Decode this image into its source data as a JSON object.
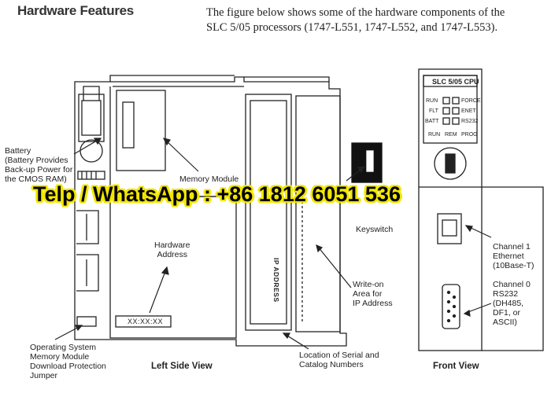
{
  "header": {
    "title": "Hardware Features",
    "intro_line1": "The figure below shows some of the hardware components of the",
    "intro_line2": "SLC 5/05 processors (1747-L551, 1747-L552, and 1747-L553)."
  },
  "left_view": {
    "caption": "Left Side View",
    "battery_label": [
      "Battery",
      "(Battery Provides",
      "Back-up Power for",
      "the CMOS RAM)"
    ],
    "memory_module_label": "Memory Module",
    "hardware_address_label": [
      "Hardware",
      "Address"
    ],
    "address_value": "XX:XX:XX",
    "ip_address_text": "IP ADDRESS",
    "keyswitch_label": "Keyswitch",
    "write_on_label": [
      "Write-on",
      "Area for",
      "IP Address"
    ],
    "serial_label": [
      "Location of Serial and",
      "Catalog Numbers"
    ],
    "os_label": [
      "Operating System",
      "Memory Module",
      "Download Protection",
      "Jumper"
    ]
  },
  "front_view": {
    "caption": "Front View",
    "cpu_title": "SLC 5/05 CPU",
    "leds": [
      "RUN",
      "FORCE",
      "FLT",
      "ENET",
      "BATT",
      "RS232"
    ],
    "mode_labels": [
      "RUN",
      "REM",
      "PROG"
    ],
    "channel1_label": [
      "Channel 1",
      "Ethernet",
      "(10Base-T)"
    ],
    "channel0_label": [
      "Channel 0",
      "RS232",
      "(DH485,",
      "DF1, or",
      "ASCII)"
    ]
  },
  "watermark": "Telp / WhatsApp : +86 1812 6051 536"
}
